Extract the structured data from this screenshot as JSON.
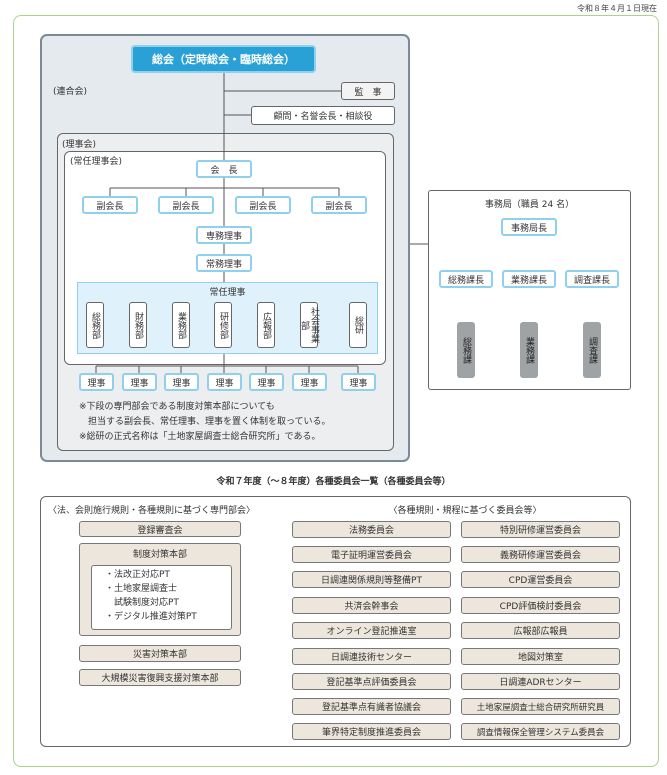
{
  "date_label": "令和８年４月１日現在",
  "general_meeting": "総会（定時総会・臨時総会）",
  "assembly_label": "(連合会)",
  "auditor": "監　事",
  "advisors": "顧問・名誉会長・相談役",
  "board_label": "(理事会)",
  "standing_board_label": "(常任理事会)",
  "president": "会　長",
  "vice_presidents": [
    "副会長",
    "副会長",
    "副会長",
    "副会長"
  ],
  "executive_director": "専務理事",
  "managing_director": "常務理事",
  "standing_directors_label": "常任理事",
  "departments": [
    "総務部",
    "財務部",
    "業務部",
    "研修部",
    "広報部",
    "社会事業部",
    "総研"
  ],
  "directors": [
    "理事",
    "理事",
    "理事",
    "理事",
    "理事",
    "理事",
    "理事"
  ],
  "notes": [
    "※下段の専門部会である制度対策本部についても",
    "　担当する副会長、常任理事、理事を置く体制を取っている。",
    "※総研の正式名称は「土地家屋調査士総合研究所」である。"
  ],
  "secretariat": {
    "label": "事務局（職員 24 名）",
    "head": "事務局長",
    "managers": [
      "総務課長",
      "業務課長",
      "調査課長"
    ],
    "sections": [
      "総務課",
      "業務課",
      "調査課"
    ]
  },
  "committee_list_title": "令和７年度（〜８年度）各種委員会一覧（各種委員会等）",
  "left_group": {
    "heading": "〈法、会則施行規則・各種規則に基づく専門部会〉",
    "registration_council": "登録審査会",
    "policy_hq": "制度対策本部",
    "pt_items": [
      "・法改正対応PT",
      "・土地家屋調査士",
      "　試験制度対応PT",
      "・デジタル推進対策PT"
    ],
    "disaster_hq": "災害対策本部",
    "recovery_hq": "大規模災害復興支援対策本部"
  },
  "right_group": {
    "heading": "〈各種規則・規程に基づく委員会等〉",
    "col1": [
      "法務委員会",
      "電子証明運営委員会",
      "日調連関係規則等整備PT",
      "共済会幹事会",
      "オンライン登記推進室",
      "日調連技術センター",
      "登記基準点評価委員会",
      "登記基準点有識者協議会",
      "筆界特定制度推進委員会"
    ],
    "col2": [
      "特別研修運営委員会",
      "義務研修運営委員会",
      "CPD運営委員会",
      "CPD評価検討委員会",
      "広報部広報員",
      "地図対策室",
      "日調連ADRセンター",
      "土地家屋調査士総合研究所研究員",
      "調査情報保全管理システム委員会"
    ]
  },
  "colors": {
    "accent_blue": "#2aa1d6",
    "light_blue_border": "#8fd0ee",
    "green_border": "#a9d48a",
    "beige": "#ece6dd",
    "gray": "#9fa3a6"
  }
}
